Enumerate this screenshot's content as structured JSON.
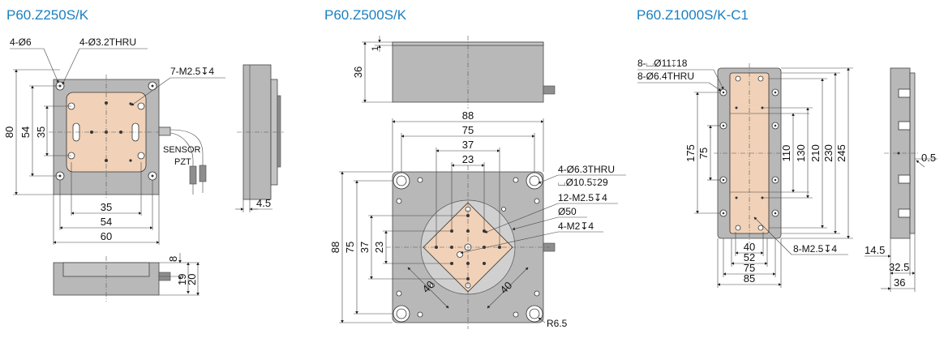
{
  "titles": {
    "p1": "P60.Z250S/K",
    "p2": "P60.Z500S/K",
    "p3": "P60.Z1000S/K-C1"
  },
  "p1": {
    "hole_a": "4-Ø6",
    "hole_b": "4-Ø3.2THRU",
    "tap": "7-M2.5↧4",
    "h80": "80",
    "h54": "54",
    "h35": "35",
    "w35": "35",
    "w54": "54",
    "w60": "60",
    "sensor": "SENSOR",
    "pzt": "PZT",
    "side_t": "4.5",
    "d8": "8",
    "d19": "19",
    "d20": "20"
  },
  "p2": {
    "h36": "36",
    "h1": "1",
    "w88": "88",
    "w75": "75",
    "w37": "37",
    "w23": "23",
    "hole_thru": "4-Ø6.3THRU",
    "hole_cb": "⌴Ø10.5↧29",
    "tap12": "12-M2.5↧4",
    "dia50": "Ø50",
    "tap4": "4-M2↧4",
    "v88": "88",
    "v75": "75",
    "v37": "37",
    "v23": "23",
    "d40a": "40",
    "d40b": "40",
    "r65": "R6.5"
  },
  "p3": {
    "cb": "8-⌴Ø11↧18",
    "thru": "8-Ø6.4THRU",
    "v175": "175",
    "v75": "75",
    "v110": "110",
    "v130": "130",
    "v210": "210",
    "v230": "230",
    "v245": "245",
    "w40": "40",
    "w52": "52",
    "w75": "75",
    "w85": "85",
    "tap": "8-M2.5↧4",
    "s05": "0.5",
    "s145": "14.5",
    "s325": "32.5",
    "s36": "36"
  }
}
